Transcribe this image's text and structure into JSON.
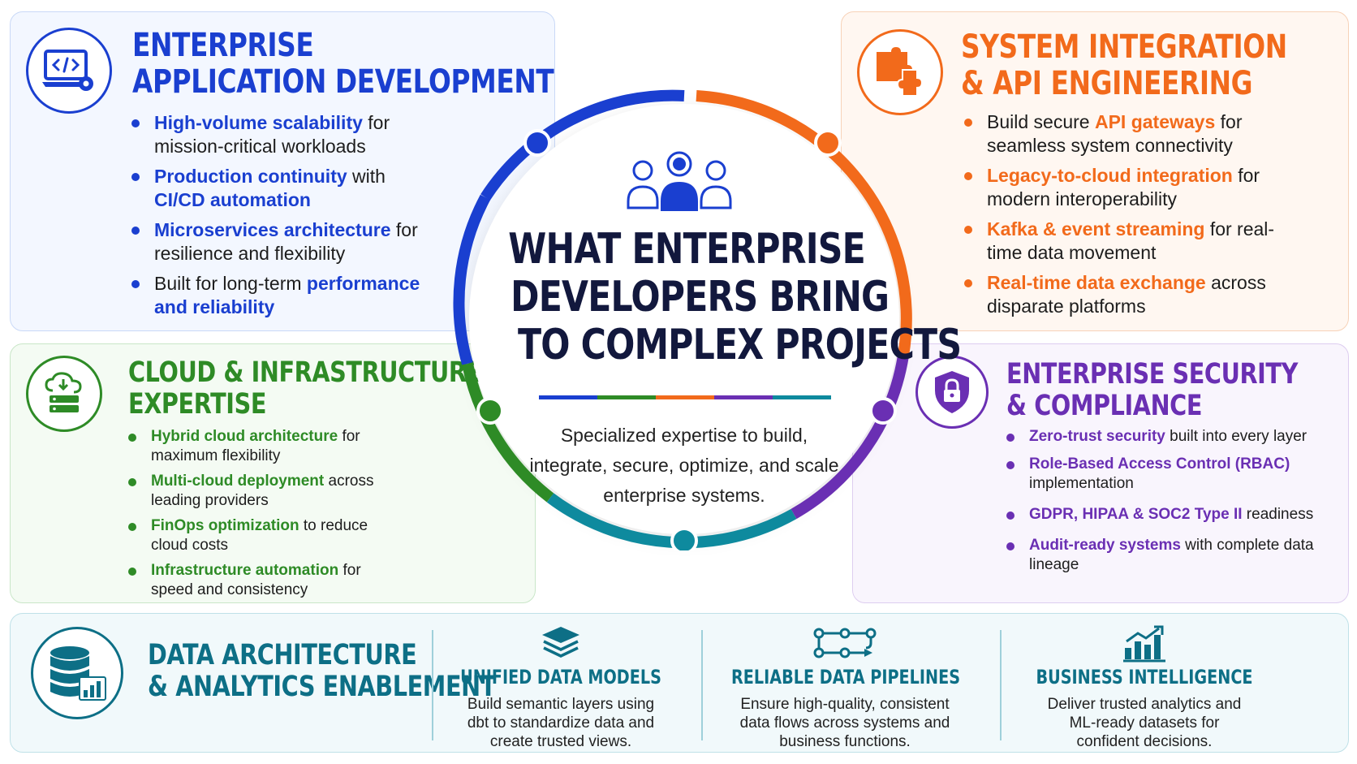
{
  "center": {
    "title_line1": "WHAT ENTERPRISE",
    "title_line2": "DEVELOPERS BRING",
    "title_line3": "TO COMPLEX PROJECTS",
    "subtitle": "Specialized expertise to build, integrate, secure, optimize, and scale enterprise systems."
  },
  "sections": {
    "app_dev": {
      "title_line1": "ENTERPRISE",
      "title_line2": "APPLICATION DEVELOPMENT",
      "color": "#1a3fd0",
      "icon": "laptop-code-gear-icon",
      "items": [
        {
          "pre": "",
          "hl": "High-volume scalability",
          "post": " for mission-critical workloads"
        },
        {
          "pre": "",
          "hl": "Production continuity",
          "post": " with ",
          "hl2": "CI/CD automation"
        },
        {
          "pre": "",
          "hl": "Microservices architecture",
          "post": " for resilience and flexibility"
        },
        {
          "pre": "Built for long-term ",
          "hl": "performance and reliability",
          "post": ""
        }
      ]
    },
    "integration": {
      "title_line1": "SYSTEM INTEGRATION",
      "title_line2": "& API ENGINEERING",
      "color": "#f26a1b",
      "icon": "puzzle-pieces-icon",
      "items": [
        {
          "pre": "Build secure ",
          "hl": "API gateways",
          "post": " for seamless system connectivity"
        },
        {
          "pre": "",
          "hl": "Legacy-to-cloud integration",
          "post": " for modern interoperability"
        },
        {
          "pre": "",
          "hl": "Kafka & event streaming",
          "post": " for real-time data movement"
        },
        {
          "pre": "",
          "hl": "Real-time data exchange",
          "post": " across disparate platforms"
        }
      ]
    },
    "cloud": {
      "title_line1": "CLOUD & INFRASTRUCTURE",
      "title_line2": "EXPERTISE",
      "color": "#2e8b26",
      "icon": "cloud-server-icon",
      "items": [
        {
          "pre": "",
          "hl": "Hybrid cloud architecture",
          "post": " for maximum flexibility"
        },
        {
          "pre": "",
          "hl": "Multi-cloud deployment",
          "post": " across leading providers"
        },
        {
          "pre": "",
          "hl": "FinOps optimization",
          "post": " to reduce cloud costs"
        },
        {
          "pre": "",
          "hl": "Infrastructure automation",
          "post": " for speed and consistency"
        }
      ]
    },
    "security": {
      "title_line1": "ENTERPRISE SECURITY",
      "title_line2": "& COMPLIANCE",
      "color": "#6a2fb3",
      "icon": "shield-lock-icon",
      "items": [
        {
          "pre": "",
          "hl": "Zero-trust security",
          "post": " built into every layer"
        },
        {
          "pre": "",
          "hl": "Role-Based Access Control (RBAC)",
          "post": " implementation"
        },
        {
          "pre": "",
          "hl": "GDPR, HIPAA & SOC2 Type II",
          "post": " readiness"
        },
        {
          "pre": "",
          "hl": "Audit-ready systems",
          "post": " with complete data lineage"
        }
      ]
    },
    "data": {
      "title_line1": "DATA ARCHITECTURE",
      "title_line2": "& ANALYTICS ENABLEMENT",
      "color": "#0d6f86",
      "icon": "database-chart-icon",
      "columns": [
        {
          "icon": "layers-icon",
          "title": "UNIFIED DATA MODELS",
          "text": "Build semantic layers using dbt to standardize data and create trusted views."
        },
        {
          "icon": "pipeline-icon",
          "title": "RELIABLE DATA PIPELINES",
          "text": "Ensure high-quality, consistent data flows across systems and business functions."
        },
        {
          "icon": "bar-chart-growth-icon",
          "title": "BUSINESS INTELLIGENCE",
          "text": "Deliver trusted analytics and ML-ready datasets for confident decisions."
        }
      ]
    }
  },
  "ring_colors": [
    "#1a3fd0",
    "#f26a1b",
    "#6a2fb3",
    "#0e8a9e",
    "#2e8b26"
  ]
}
